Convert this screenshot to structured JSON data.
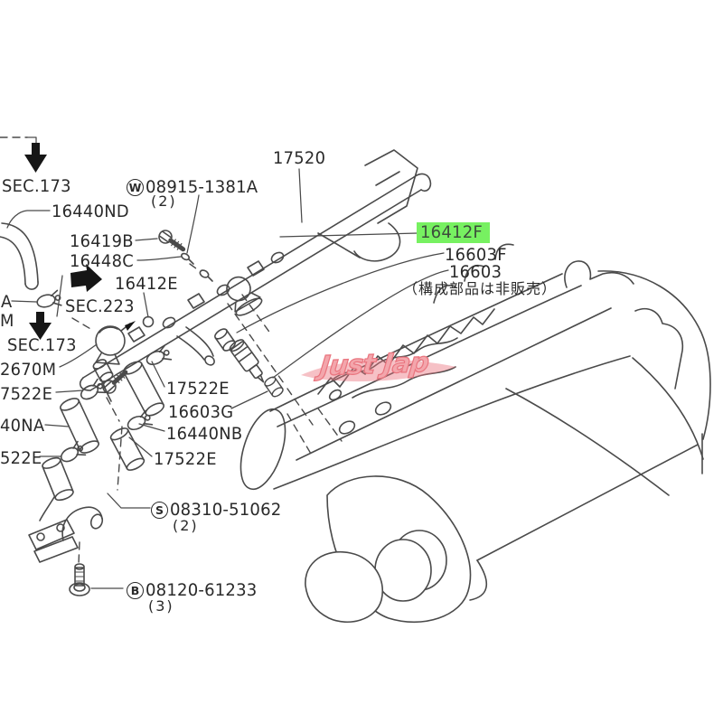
{
  "colors": {
    "line": "#4a4a4a",
    "text": "#2a2a2a",
    "highlight_green": "#77f161",
    "watermark_pink": "#ea7680",
    "arrow_black": "#161616"
  },
  "watermark": {
    "text": "Just Jap"
  },
  "sections": {
    "sec173_top": {
      "label": "SEC.173"
    },
    "sec223": {
      "label": "SEC.223"
    },
    "sec173_mid": {
      "label": "SEC.173"
    }
  },
  "parts": {
    "p17520": {
      "number": "17520"
    },
    "p16440ND": {
      "number": "16440ND"
    },
    "w08915": {
      "prefix": "W",
      "number": "08915-1381A",
      "qty": "(2)"
    },
    "p16419B": {
      "number": "16419B"
    },
    "p16448C": {
      "number": "16448C"
    },
    "p16412E": {
      "number": "16412E"
    },
    "p16412F": {
      "number": "16412F"
    },
    "p16603F": {
      "number": "16603F"
    },
    "p16603": {
      "number": "16603",
      "note": "（構成部品は非販売）"
    },
    "pA_cut": {
      "number": "A"
    },
    "pM_cut": {
      "number": "M"
    },
    "p2670M_cut": {
      "number": "2670M"
    },
    "p7522E_cut": {
      "number": "7522E"
    },
    "p40NA_cut": {
      "number": "40NA"
    },
    "p522E_cut": {
      "number": "522E"
    },
    "p17522E_mid": {
      "number": "17522E"
    },
    "p16603G": {
      "number": "16603G"
    },
    "p16440NB": {
      "number": "16440NB"
    },
    "p17522E_low": {
      "number": "17522E"
    },
    "s08310": {
      "prefix": "S",
      "number": "08310-51062",
      "qty": "(2)"
    },
    "b08120": {
      "prefix": "B",
      "number": "08120-61233",
      "qty": "(3)"
    }
  }
}
